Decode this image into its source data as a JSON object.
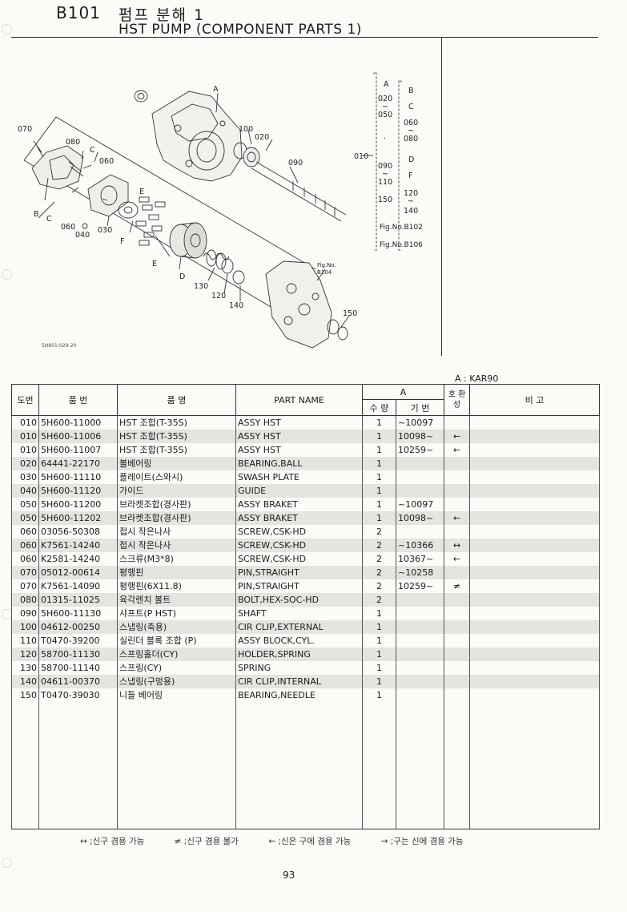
{
  "header": {
    "page_code": "B101",
    "title_ko": "펌프 분해 1",
    "title_en": "HST PUMP (COMPONENT PARTS 1)"
  },
  "diagram": {
    "drawing_no": "5H601-029-20",
    "callouts": {
      "A": "A",
      "B": "B",
      "C": "C",
      "D": "D",
      "E": "E",
      "F": "F",
      "n010": "010",
      "n020": "020",
      "n030": "030",
      "n040": "040",
      "n050": "050",
      "n060": "060",
      "n070": "070",
      "n080": "080",
      "n090": "090",
      "n100": "100",
      "n110": "110",
      "n120": "120",
      "n130": "130",
      "n140": "140",
      "n150": "150",
      "fig": "Fig.No.",
      "fig104": "B104",
      "figB102": "Fig.No.B102",
      "figB106": "Fig.No.B106",
      "wave": "~",
      "dot": "·"
    }
  },
  "model_note": "A : KAR90",
  "table": {
    "headers": {
      "no": "도번",
      "part_no": "품    번",
      "name_ko": "품          명",
      "part_name": "PART NAME",
      "group_a": "A",
      "qty": "수 량",
      "serial": "기 번",
      "interchange": "호 환 성",
      "remarks": "비          고"
    },
    "rows": [
      {
        "no": "010",
        "part_no": "5H600-11000",
        "name_ko": "HST 조합(T-35S)",
        "part_name": "ASSY HST",
        "qty": "1",
        "serial": "~10097",
        "ic": "",
        "hl": false
      },
      {
        "no": "010",
        "part_no": "5H600-11006",
        "name_ko": "HST 조합(T-35S)",
        "part_name": "ASSY HST",
        "qty": "1",
        "serial": "10098~",
        "ic": "←",
        "hl": true
      },
      {
        "no": "010",
        "part_no": "5H600-11007",
        "name_ko": "HST 조합(T-35S)",
        "part_name": "ASSY HST",
        "qty": "1",
        "serial": "10259~",
        "ic": "←",
        "hl": false
      },
      {
        "no": "020",
        "part_no": "64441-22170",
        "name_ko": "볼베어링",
        "part_name": "BEARING,BALL",
        "qty": "1",
        "serial": "",
        "ic": "",
        "hl": true
      },
      {
        "no": "030",
        "part_no": "5H600-11110",
        "name_ko": "플레이트(스와시)",
        "part_name": "SWASH PLATE",
        "qty": "1",
        "serial": "",
        "ic": "",
        "hl": false
      },
      {
        "no": "040",
        "part_no": "5H600-11120",
        "name_ko": "가이드",
        "part_name": "GUIDE",
        "qty": "1",
        "serial": "",
        "ic": "",
        "hl": true
      },
      {
        "no": "050",
        "part_no": "5H600-11200",
        "name_ko": "브라켓조합(경사판)",
        "part_name": "ASSY BRAKET",
        "qty": "1",
        "serial": "~10097",
        "ic": "",
        "hl": false
      },
      {
        "no": "050",
        "part_no": "5H600-11202",
        "name_ko": "브라켓조합(경사판)",
        "part_name": "ASSY BRAKET",
        "qty": "1",
        "serial": "10098~",
        "ic": "←",
        "hl": true
      },
      {
        "no": "060",
        "part_no": "03056-50308",
        "name_ko": "접시 작은나사",
        "part_name": "SCREW,CSK-HD",
        "qty": "2",
        "serial": "",
        "ic": "",
        "hl": false
      },
      {
        "no": "060",
        "part_no": "K7561-14240",
        "name_ko": "접시 작은나사",
        "part_name": "SCREW,CSK-HD",
        "qty": "2",
        "serial": "~10366",
        "ic": "↔",
        "hl": true
      },
      {
        "no": "060",
        "part_no": "K2581-14240",
        "name_ko": "스크류(M3*8)",
        "part_name": "SCREW,CSK-HD",
        "qty": "2",
        "serial": "10367~",
        "ic": "←",
        "hl": false
      },
      {
        "no": "070",
        "part_no": "05012-00614",
        "name_ko": "평행핀",
        "part_name": "PIN,STRAIGHT",
        "qty": "2",
        "serial": "~10258",
        "ic": "",
        "hl": true
      },
      {
        "no": "070",
        "part_no": "K7561-14090",
        "name_ko": "평행핀(6X11.8)",
        "part_name": "PIN,STRAIGHT",
        "qty": "2",
        "serial": "10259~",
        "ic": "≠",
        "hl": false
      },
      {
        "no": "080",
        "part_no": "01315-11025",
        "name_ko": "육각렌치 볼트",
        "part_name": "BOLT,HEX-SOC-HD",
        "qty": "2",
        "serial": "",
        "ic": "",
        "hl": true
      },
      {
        "no": "090",
        "part_no": "5H600-11130",
        "name_ko": "샤프트(P HST)",
        "part_name": "SHAFT",
        "qty": "1",
        "serial": "",
        "ic": "",
        "hl": false
      },
      {
        "no": "100",
        "part_no": "04612-00250",
        "name_ko": "스냅링(축용)",
        "part_name": "CIR CLIP,EXTERNAL",
        "qty": "1",
        "serial": "",
        "ic": "",
        "hl": true
      },
      {
        "no": "110",
        "part_no": "T0470-39200",
        "name_ko": "실린더 블록 조합 (P)",
        "part_name": "ASSY BLOCK,CYL.",
        "qty": "1",
        "serial": "",
        "ic": "",
        "hl": false
      },
      {
        "no": "120",
        "part_no": "58700-11130",
        "name_ko": "스프링홀더(CY)",
        "part_name": "HOLDER,SPRING",
        "qty": "1",
        "serial": "",
        "ic": "",
        "hl": true
      },
      {
        "no": "130",
        "part_no": "58700-11140",
        "name_ko": "스프링(CY)",
        "part_name": "SPRING",
        "qty": "1",
        "serial": "",
        "ic": "",
        "hl": false
      },
      {
        "no": "140",
        "part_no": "04611-00370",
        "name_ko": "스냅링(구멍용)",
        "part_name": "CIR CLIP,INTERNAL",
        "qty": "1",
        "serial": "",
        "ic": "",
        "hl": true
      },
      {
        "no": "150",
        "part_no": "T0470-39030",
        "name_ko": "니들 베어링",
        "part_name": "BEARING,NEEDLE",
        "qty": "1",
        "serial": "",
        "ic": "",
        "hl": false
      }
    ]
  },
  "legend": [
    "↔ ;신구 겸용 가능",
    "≠ ;신구 겸용 불가",
    "← ;신은 구에 겸용 가능",
    "→ ;구는 신에 겸용 가능"
  ],
  "page_number": "93"
}
